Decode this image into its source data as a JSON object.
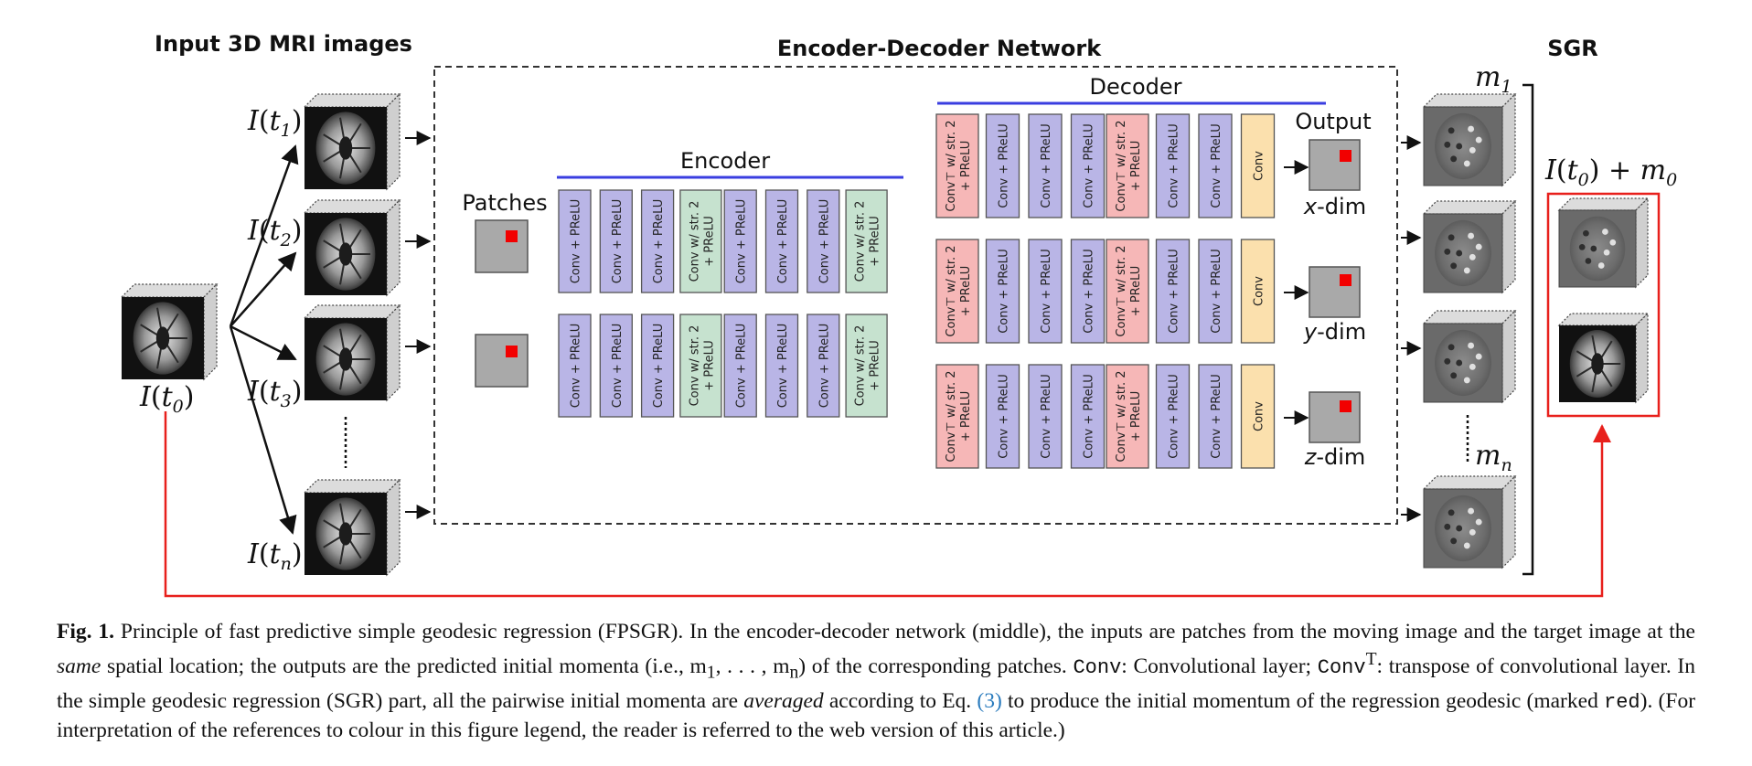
{
  "titles": {
    "input": "Input 3D MRI images",
    "network": "Encoder-Decoder Network",
    "sgr": "SGR"
  },
  "labels": {
    "patches": "Patches",
    "encoder": "Encoder",
    "decoder": "Decoder",
    "output": "Output",
    "x_dim": "x-dim",
    "y_dim": "y-dim",
    "z_dim": "z-dim"
  },
  "images": {
    "it0": "I(t0)",
    "it1": "I(t1)",
    "it2": "I(t2)",
    "it3": "I(t3)",
    "itn": "I(tn)",
    "m1": "m1",
    "mn": "mn",
    "result": "I(t0) + m0"
  },
  "encoder_blocks": [
    {
      "type": "conv",
      "text": "Conv + PReLU"
    },
    {
      "type": "conv",
      "text": "Conv + PReLU"
    },
    {
      "type": "conv",
      "text": "Conv + PReLU"
    },
    {
      "type": "stride",
      "text": "Conv w/ str. 2 + PReLU"
    },
    {
      "type": "conv",
      "text": "Conv + PReLU"
    },
    {
      "type": "conv",
      "text": "Conv + PReLU"
    },
    {
      "type": "conv",
      "text": "Conv + PReLU"
    },
    {
      "type": "stride",
      "text": "Conv w/ str. 2 + PReLU"
    }
  ],
  "decoder_blocks": [
    {
      "type": "transpose",
      "text": "Conv⊤ w/ str. 2 + PReLU"
    },
    {
      "type": "conv",
      "text": "Conv + PReLU"
    },
    {
      "type": "conv",
      "text": "Conv + PReLU"
    },
    {
      "type": "conv",
      "text": "Conv + PReLU"
    },
    {
      "type": "transpose",
      "text": "Conv⊤ w/ str. 2 + PReLU"
    },
    {
      "type": "conv",
      "text": "Conv + PReLU"
    },
    {
      "type": "conv",
      "text": "Conv + PReLU"
    },
    {
      "type": "final",
      "text": "Conv"
    }
  ],
  "colors": {
    "conv": "#b9b5e6",
    "stride": "#c6e2cf",
    "transpose": "#f6b7b7",
    "final": "#fbe0ad",
    "accent_blue": "#3a3ee0",
    "red": "#e8201c",
    "link": "#2a7bbd"
  },
  "caption": {
    "fig": "Fig. 1.",
    "t1": " Principle of fast predictive simple geodesic regression (FPSGR). In the encoder-decoder network (middle), the inputs are patches from the moving image and the target image at the ",
    "same": "same",
    "t2": " spatial location; the outputs are the predicted initial momenta (i.e., m",
    "t2b": "1",
    "t2c": ", . . . , m",
    "t2d": "n",
    "t3": ") of the corresponding patches. ",
    "conv": "Conv",
    "t4": ": Convolutional layer; ",
    "convT": "Conv",
    "convT_sup": "T",
    "t5": ": transpose of convolutional layer. In the simple geodesic regression (SGR) part, all the pairwise initial momenta are ",
    "averaged": "averaged",
    "t6": " according to Eq. ",
    "eq": "(3)",
    "t7": " to produce the initial momentum of the regression geodesic (marked ",
    "red": "red",
    "t8": "). (For interpretation of the references to colour in this figure legend, the reader is referred to the web version of this article.)"
  }
}
